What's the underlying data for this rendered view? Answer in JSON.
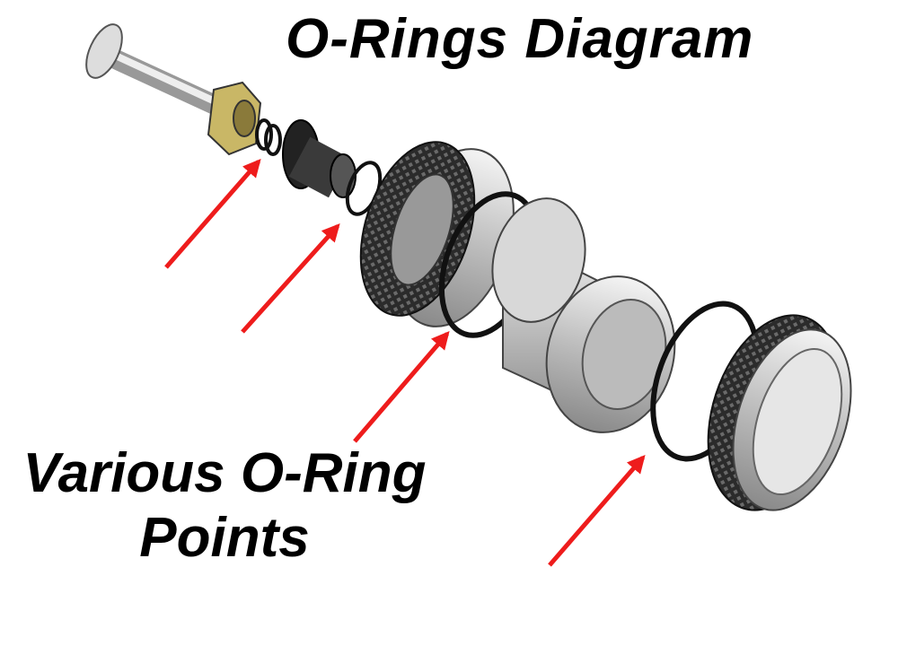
{
  "title": "O-Rings Diagram",
  "label": {
    "line1": "Various O-Ring Points",
    "line2": ""
  },
  "colors": {
    "arrow": "#ee1c1c",
    "brass": "#c9b766",
    "metal": "#c8c8c8",
    "dark": "#2a2a2a",
    "text": "#000000"
  },
  "parts": [
    "stem",
    "hex-nut",
    "small-o-rings",
    "valve-insert",
    "small-o-ring",
    "knurled-cap-left",
    "o-ring-left",
    "body",
    "o-ring-right",
    "knurled-cap-right"
  ]
}
